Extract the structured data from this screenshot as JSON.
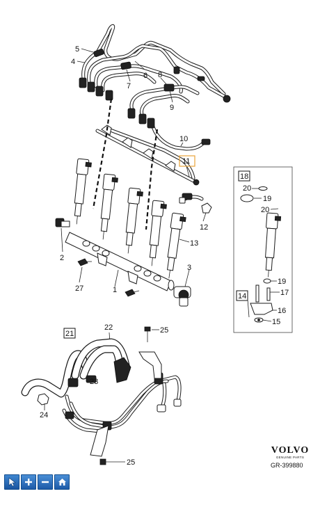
{
  "callouts": [
    "1",
    "2",
    "3",
    "4",
    "5",
    "6",
    "7",
    "8",
    "9",
    "10",
    "11",
    "12",
    "13",
    "14",
    "15",
    "16",
    "17",
    "18",
    "19",
    "20",
    "21",
    "22",
    "23",
    "24",
    "25"
  ],
  "inset_items": {
    "box_18": "18",
    "c20a": "20",
    "c19a": "19",
    "c20b": "20",
    "c19b": "19",
    "c17": "17",
    "box_14": "14",
    "c16": "16",
    "c15": "15"
  },
  "lower_items": {
    "box_21": "21",
    "c22": "22",
    "c25a": "25",
    "c23": "23",
    "c24": "24",
    "c25b": "25"
  },
  "brand": {
    "logo": "VOLVO",
    "tagline": "GENUINE PARTS"
  },
  "reference": "GR-399880",
  "toolbar": {
    "cursor_icon": "pointer-icon",
    "zoom_in_icon": "plus-icon",
    "zoom_out_icon": "minus-icon",
    "home_icon": "home-icon"
  },
  "highlight_color": "#e8a33a"
}
